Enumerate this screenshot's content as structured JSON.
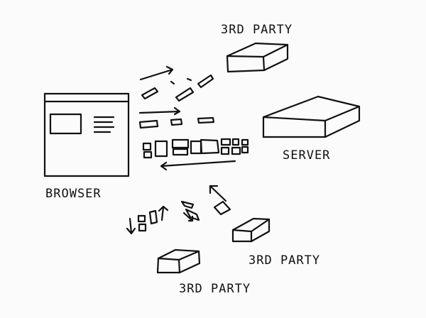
{
  "labels": {
    "third_party_top": "3RD PARTY",
    "server": "SERVER",
    "browser": "BROWSER",
    "third_party_right": "3RD PARTY",
    "third_party_bottom": "3RD PARTY"
  },
  "colors": {
    "ink": "#111111",
    "paper": "#fbfbfb"
  }
}
